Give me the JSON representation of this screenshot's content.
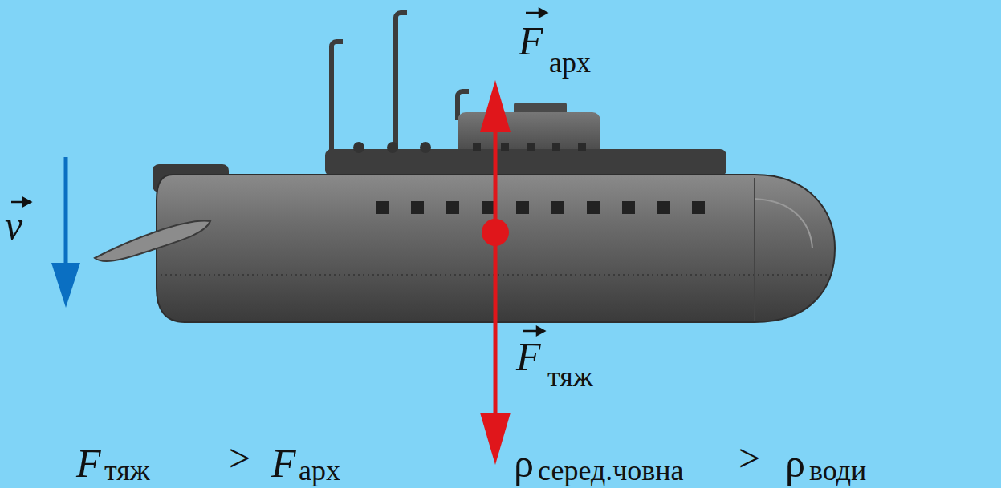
{
  "diagram": {
    "labels": [
      "F",
      "арх",
      "v",
      "F",
      "тяж",
      "F",
      "тяж",
      ">",
      "F",
      "арх",
      "ρ",
      "серед.човна",
      ">",
      "ρ",
      "води"
    ]
  }
}
